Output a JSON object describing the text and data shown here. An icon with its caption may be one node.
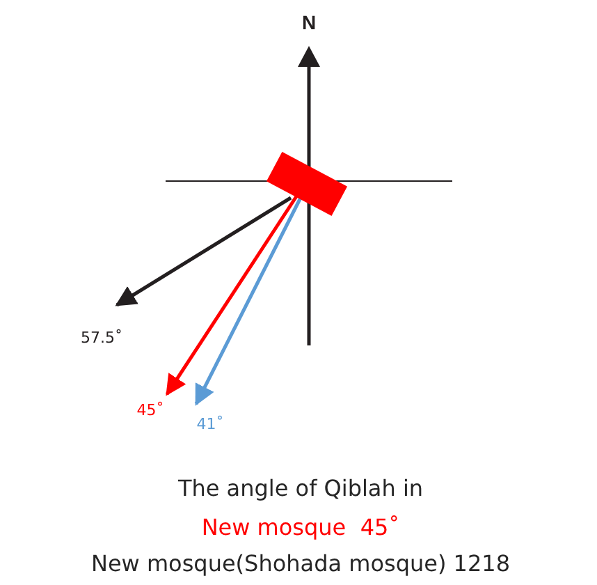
{
  "diagram": {
    "nodes": [
      {
        "text": [],
        "shape": "box"
      },
      {
        "text": [
          "57.5˚"
        ]
      },
      {
        "text": [
          "45˚"
        ]
      },
      {
        "text": [
          "41˚"
        ]
      }
    ],
    "edges": [
      {
        "from": 0,
        "to": 1,
        "arrow": "to"
      },
      {
        "from": 0,
        "to": 2,
        "arrow": "to",
        "color": "#ff0000"
      },
      {
        "from": 0,
        "to": 3,
        "arrow": "to",
        "color": "#5b9bd5"
      }
    ],
    "labels": [
      "N",
      "The angle of Qiblah in",
      "New mosque  45˚",
      "New mosque(Shohada mosque) 1218"
    ]
  }
}
